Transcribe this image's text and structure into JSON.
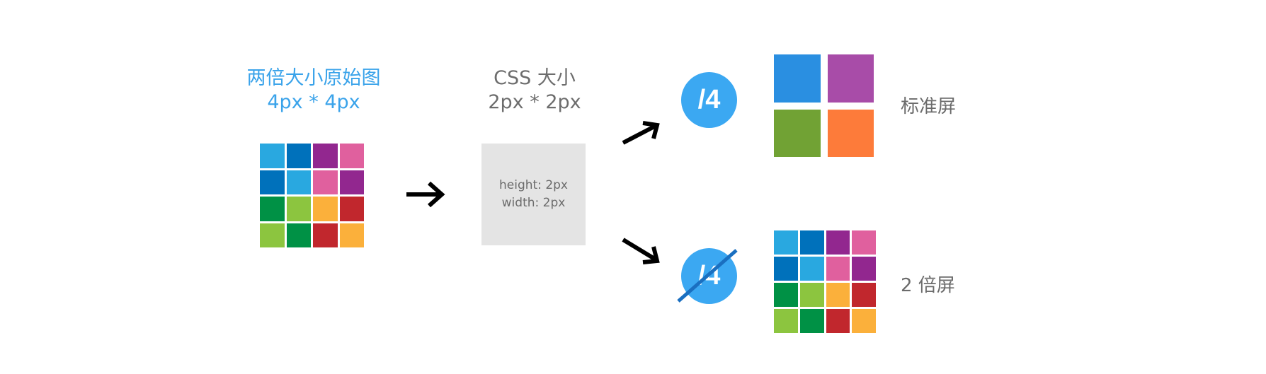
{
  "source": {
    "title": "两倍大小原始图",
    "size": "4px * 4px",
    "colors": [
      "#29a8e0",
      "#0071bb",
      "#92278f",
      "#e0609e",
      "#0071bb",
      "#29a8e0",
      "#e0609e",
      "#92278f",
      "#009145",
      "#8cc53f",
      "#fbb03b",
      "#c1272d",
      "#8cc53f",
      "#009145",
      "#c1272d",
      "#fbb03b"
    ]
  },
  "css_box": {
    "title": "CSS 大小",
    "size": "2px * 2px",
    "height_text": "height: 2px",
    "width_text": "width: 2px"
  },
  "standard": {
    "badge": "/4",
    "label": "标准屏",
    "colors": [
      "#2a8fe1",
      "#a84ca8",
      "#71a234",
      "#fd7b3a"
    ]
  },
  "retina": {
    "badge": "/4",
    "label": "2 倍屏",
    "badge_struck": true,
    "colors": [
      "#29a8e0",
      "#0071bb",
      "#92278f",
      "#e0609e",
      "#0071bb",
      "#29a8e0",
      "#e0609e",
      "#92278f",
      "#009145",
      "#8cc53f",
      "#fbb03b",
      "#c1272d",
      "#8cc53f",
      "#009145",
      "#c1272d",
      "#fbb03b"
    ]
  }
}
